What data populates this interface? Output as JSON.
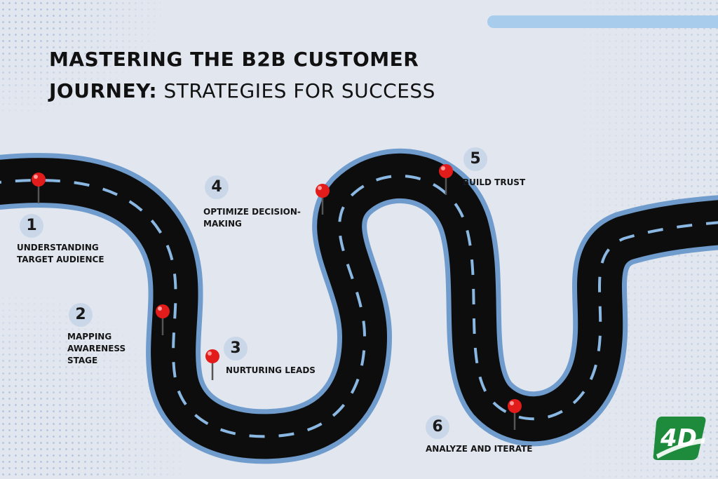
{
  "title": {
    "line1_bold": "MASTERING THE B2B CUSTOMER",
    "line2_bold": "JOURNEY:",
    "line2_regular": " STRATEGIES FOR SUCCESS"
  },
  "stages": [
    {
      "number": "1",
      "label": "UNDERSTANDING\nTARGET AUDIENCE"
    },
    {
      "number": "2",
      "label": "MAPPING\nAWARENESS\nSTAGE"
    },
    {
      "number": "3",
      "label": "NURTURING LEADS"
    },
    {
      "number": "4",
      "label": "OPTIMIZE DECISION-\nMAKING"
    },
    {
      "number": "5",
      "label": "BUILD TRUST"
    },
    {
      "number": "6",
      "label": "ANALYZE AND ITERATE"
    }
  ],
  "colors": {
    "background": "#e1e6ef",
    "road": "#0d0d0d",
    "road_edge": "#6f9ccc",
    "lane_marks": "#8ab8e2",
    "pin": "#e21b1b",
    "logo": "#1e8b3c"
  },
  "logo": {
    "text": "4D"
  }
}
